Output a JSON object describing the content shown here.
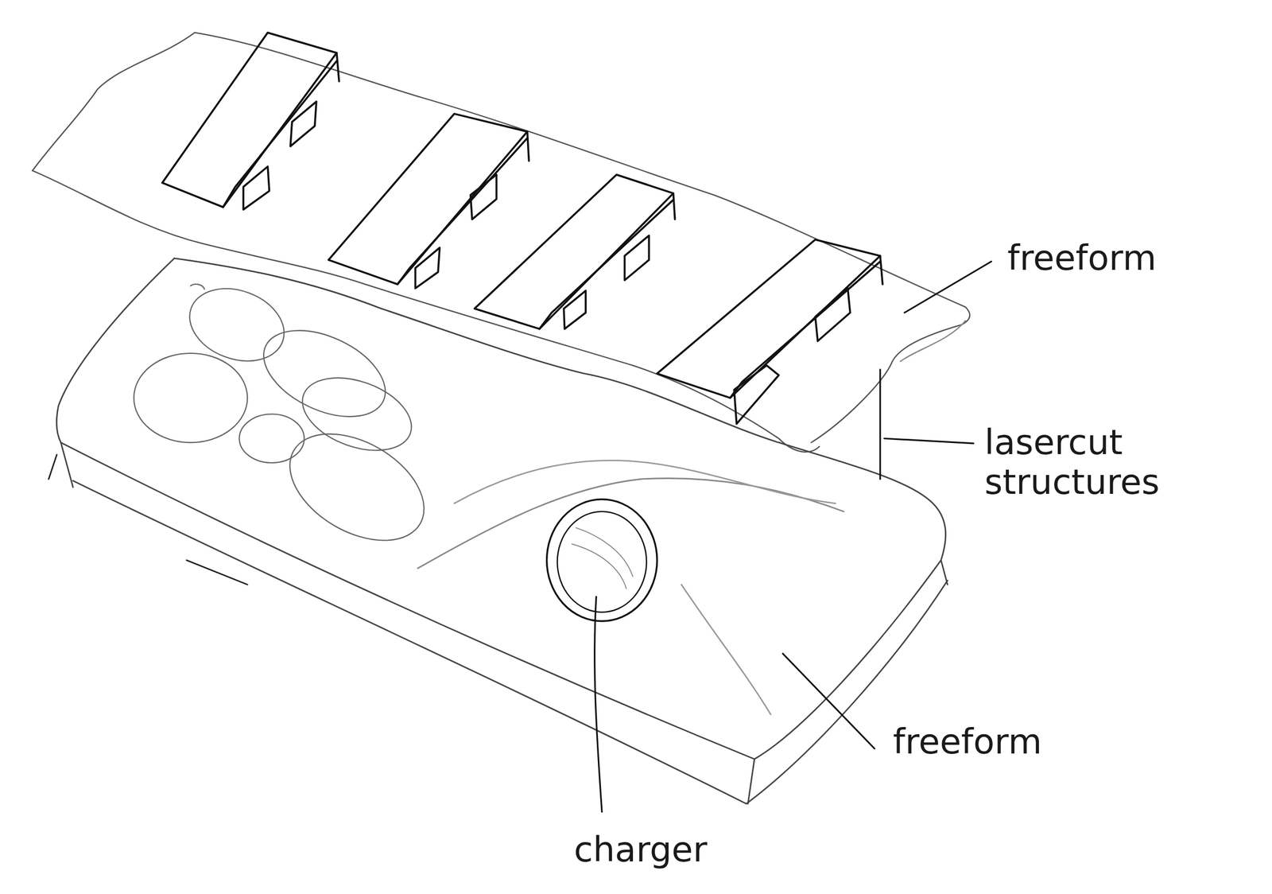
{
  "diagram": {
    "labels": [
      "freeform",
      "lasercut structures",
      "freeform",
      "charger"
    ]
  }
}
